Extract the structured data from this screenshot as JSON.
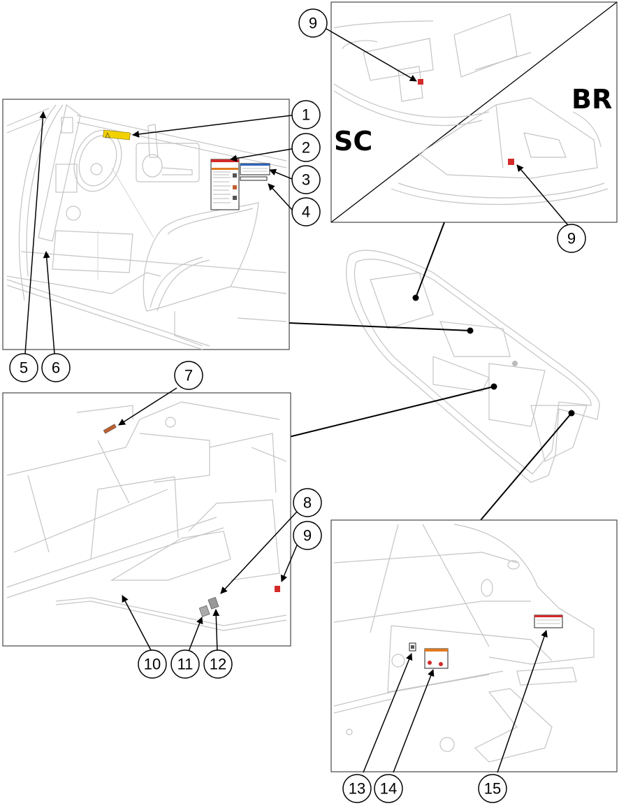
{
  "figure": {
    "variant_labels": {
      "sc": "SC",
      "br": "BR"
    },
    "callouts": [
      "1",
      "2",
      "3",
      "4",
      "5",
      "6",
      "7",
      "8",
      "9",
      "10",
      "11",
      "12",
      "13",
      "14",
      "15"
    ],
    "colors": {
      "line_art": "#c4c4c4",
      "leader": "#000000",
      "warning_yellow": "#f2d100",
      "danger_red": "#d32a2a",
      "caution_orange": "#e07a1f",
      "notice_blue": "#2e64b8"
    }
  }
}
